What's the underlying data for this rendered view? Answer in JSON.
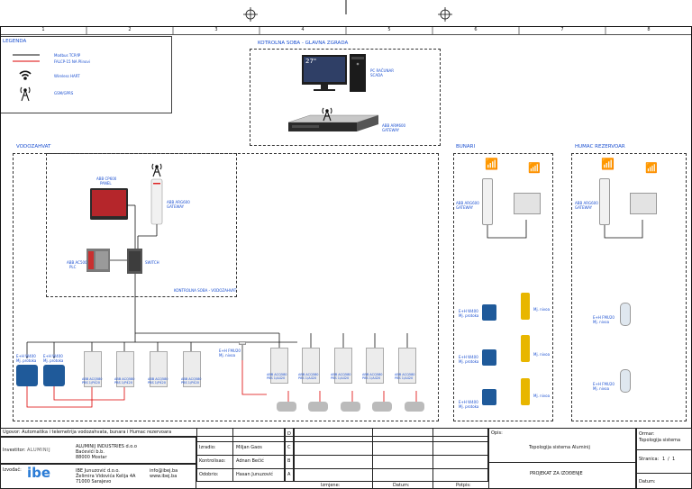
{
  "ruler": [
    "1",
    "2",
    "3",
    "4",
    "5",
    "6",
    "7",
    "8"
  ],
  "legend": {
    "title": "LEGENDA",
    "items": [
      "Modbus TCP/IP",
      "FALCP-15 NA Plinovi",
      "Wireless HART",
      "GSM/GPRS"
    ]
  },
  "control_room": {
    "title": "KOTROLNA SOBA - GLAVNA ZGRADA",
    "monitor_label": "27\"",
    "pc_label": [
      "PC RAČUNAR",
      "SCADA"
    ],
    "gateway_label": [
      "ABB ARM600",
      "GATEWAY"
    ]
  },
  "vodozahvat": {
    "title": "VODOZAHVAT",
    "panel_label": [
      "ABB CP600",
      "PANEL"
    ],
    "gateway_label": [
      "ABB ARG600",
      "GATEWAY"
    ],
    "plc_label": [
      "ABB AC500",
      "PLC"
    ],
    "switch_label": "SWITCH",
    "room_label": "KONTROLNA SOBA - VODOZAHVAT",
    "flowmeter_labels": [
      [
        "E+H W400",
        "Mj. protoka"
      ],
      [
        "E+H W400",
        "Mj. protoka"
      ]
    ],
    "drive_labels": [
      [
        "ABB ACQ580",
        "PBS 1/P420"
      ],
      [
        "ABB ACQ580",
        "PBS 1/P420"
      ],
      [
        "ABB ACQ580",
        "PBS 1/P420"
      ],
      [
        "ABB ACQ580",
        "PBS 1/P420"
      ]
    ],
    "level_label": [
      "E+H FMU20",
      "Mj. nivoa"
    ],
    "pump_drive_labels": [
      [
        "ABB ACQ580",
        "PBS 1/A420"
      ],
      [
        "ABB ACQ580",
        "PBS 1/A420"
      ],
      [
        "ABB ACQ580",
        "PBS 1/A420"
      ],
      [
        "ABB ACQ580",
        "PBS 1/A420"
      ],
      [
        "ABB ACQ580",
        "PBS 1/A420"
      ]
    ]
  },
  "bunari": {
    "title": "BUNARI",
    "gateway_label": [
      "ABB ARG600",
      "GATEWAY"
    ],
    "flow_labels": [
      [
        "E+H W400",
        "Mj. protoka"
      ],
      [
        "E+H W400",
        "Mj. protoka"
      ],
      [
        "E+H W400",
        "Mj. protoka"
      ]
    ],
    "level_labels": [
      "Mj. nivoa",
      "Mj. nivoa",
      "Mj. nivoa"
    ]
  },
  "humac": {
    "title": "HUMAC REZERVOAR",
    "gateway_label": [
      "ABB ARG600",
      "GATEWAY"
    ],
    "level_labels": [
      [
        "E+H FMU20",
        "Mj. nivoa"
      ],
      [
        "E+H FMU20",
        "Mj. nivoa"
      ]
    ]
  },
  "titleblock": {
    "ugovor": "Ugovor: Automatika i telemetrija vodozahvata, bunara i Humac rezervoara",
    "investitor_label": "Investitor:",
    "investitor": [
      "ALUMINIJ INDUSTRIES d.o.o",
      "Baćevići b.b.",
      "88000 Mostar"
    ],
    "investitor_logo": "ALUMINIJ",
    "izvodac_label": "Izvođač:",
    "izvodac": [
      "IBE Junuzović d.o.o.",
      "Želimira Vidovića Kelija 4A",
      "71000 Sarajevo"
    ],
    "izvodac_contact": [
      "info@ibej.ba",
      "www.ibej.ba"
    ],
    "izvodac_logo": "ibe",
    "roles": [
      {
        "role": "Izradio:",
        "name": "Miljan Gaos",
        "rev": "D"
      },
      {
        "role": "",
        "name": "",
        "rev": "C"
      },
      {
        "role": "Kontrolisao:",
        "name": "Adnan Bečić",
        "rev": "B"
      },
      {
        "role": "Odobrio:",
        "name": "Hasan Junuzović",
        "rev": "A"
      }
    ],
    "footer_cols": [
      "Izmjene:",
      "Datum:",
      "Potpis:"
    ],
    "opis_label": "Opis:",
    "opis": "Topologija sistema Aluminij",
    "project": "PROJEKAT ZA IZOĐENJE",
    "ormar_label": "Ormar:",
    "ormar": "Topologija sistema",
    "stranica_label": "Stranica:",
    "stranica": "1",
    "stranica_total": "1",
    "datum_label": "Datum:"
  }
}
